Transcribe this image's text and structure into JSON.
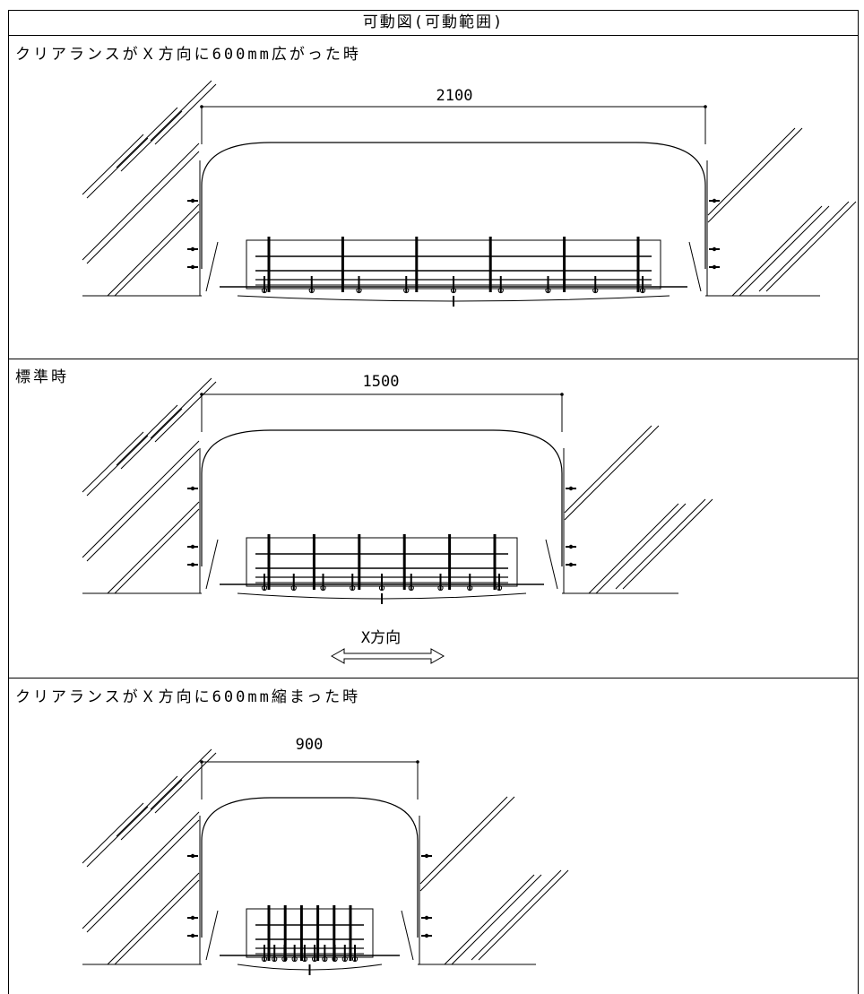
{
  "header": {
    "title": "可動図(可動範囲)"
  },
  "sections": [
    {
      "caption": "クリアランスがＸ方向に600mm広がった時",
      "dimension": "2100",
      "clearance_mm": 2100
    },
    {
      "caption": "標準時",
      "dimension": "1500",
      "clearance_mm": 1500,
      "direction_label": "X方向"
    },
    {
      "caption": "クリアランスがＸ方向に600mm縮まった時",
      "dimension": "900",
      "clearance_mm": 900
    }
  ]
}
